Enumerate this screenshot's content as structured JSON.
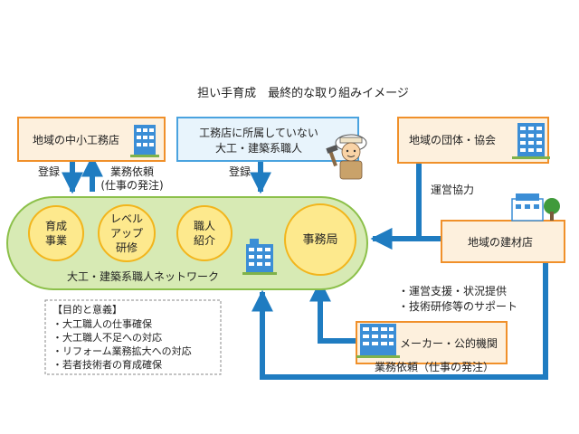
{
  "title": "担い手育成　最終的な取り組みイメージ",
  "boxes": {
    "local_builder": "地域の中小工務店",
    "unaffiliated": [
      "工務店に所属していない",
      "大工・建築系職人"
    ],
    "organization": "地域の団体・協会",
    "materials_store": "地域の建材店",
    "maker": "メーカー・公的機関"
  },
  "network": {
    "label": "大工・建築系職人ネットワーク",
    "circles": [
      [
        "育成",
        "事業"
      ],
      [
        "レベル",
        "アップ",
        "研修"
      ],
      [
        "職人",
        "紹介"
      ],
      [
        "事務局"
      ]
    ]
  },
  "arrow_labels": {
    "register_1": "登録",
    "order_1": [
      "業務依頼",
      "(仕事の発注)"
    ],
    "register_2": "登録",
    "cooperation": "運営協力",
    "support": [
      "・運営支援・状況提供",
      "・技術研修等のサポート"
    ],
    "order_2": "業務依頼（仕事の発注）"
  },
  "purpose": {
    "heading": "【目的と意義】",
    "items": [
      "・大工職人の仕事確保",
      "・大工職人不足への対応",
      "・リフォーム業務拡大への対応",
      "・若者技術者の育成確保"
    ]
  },
  "colors": {
    "arrow": "#1f7cc1",
    "orange_border": "#f0902a",
    "orange_fill": "#fdf0dd",
    "blue_border": "#4aa3df",
    "blue_fill": "#e8f4fc",
    "network_fill": "#d7eab4",
    "network_border": "#8cc04a",
    "circle_fill": "#fde98d",
    "circle_border": "#f2b51c"
  }
}
